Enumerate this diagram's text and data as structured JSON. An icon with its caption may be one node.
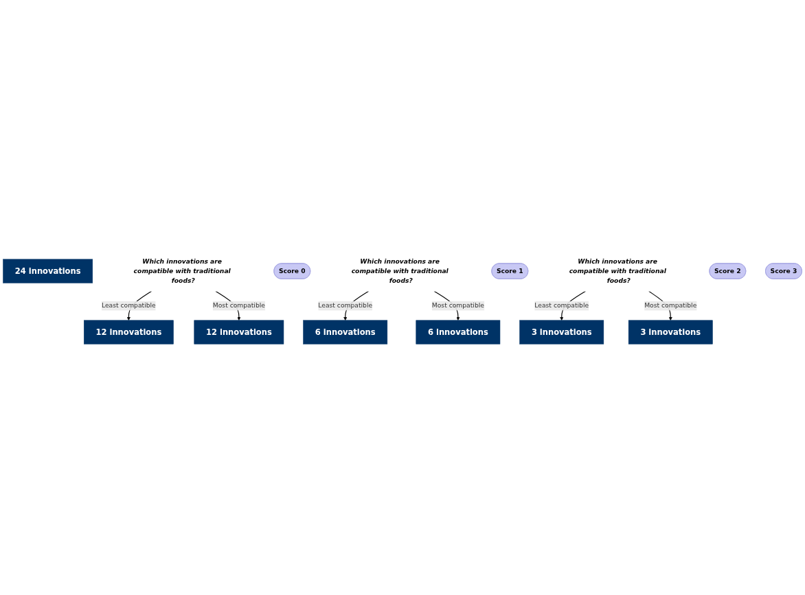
{
  "diagram": {
    "nodes": [
      {
        "text": [
          "24 innovations"
        ]
      },
      {
        "text": [
          "Which innovations are compatible with traditional foods?"
        ]
      },
      {
        "text": [
          "12 innovations"
        ]
      },
      {
        "text": [
          "Score 0"
        ]
      },
      {
        "text": [
          "12 innovations"
        ]
      },
      {
        "text": [
          "Which innovations are compatible with traditional foods?"
        ]
      },
      {
        "text": [
          "6 innovations"
        ]
      },
      {
        "text": [
          "Score 1"
        ]
      },
      {
        "text": [
          "6 innovations"
        ]
      },
      {
        "text": [
          "Which innovations are compatible with traditional foods?"
        ]
      },
      {
        "text": [
          "3 innovations"
        ]
      },
      {
        "text": [
          "Score 2"
        ]
      },
      {
        "text": [
          "3 innovations"
        ]
      },
      {
        "text": [
          "Score 3"
        ]
      }
    ],
    "edges": [
      {
        "from": 1,
        "to": 2,
        "arrow": "to",
        "label": "Least compatible"
      },
      {
        "from": 1,
        "to": 4,
        "arrow": "to",
        "label": "Most compatible"
      },
      {
        "from": 5,
        "to": 6,
        "arrow": "to",
        "label": "Least compatible"
      },
      {
        "from": 5,
        "to": 8,
        "arrow": "to",
        "label": "Most compatible"
      },
      {
        "from": 9,
        "to": 10,
        "arrow": "to",
        "label": "Least compatible"
      },
      {
        "from": 9,
        "to": 12,
        "arrow": "to",
        "label": "Most compatible"
      }
    ]
  }
}
